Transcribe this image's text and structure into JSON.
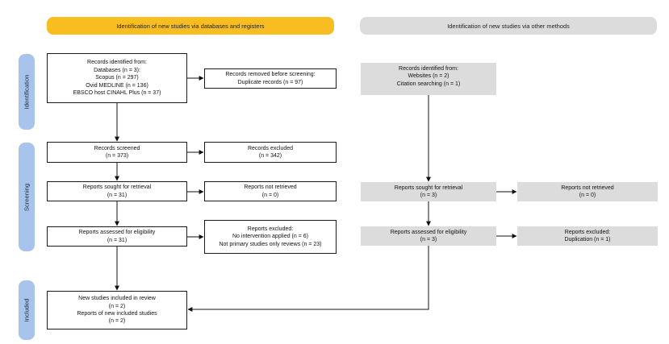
{
  "headers": {
    "databases": "Identification of new studies via databases and registers",
    "other": "Identification of new studies via other methods"
  },
  "phases": {
    "identification": "Identification",
    "screening": "Screening",
    "included": "Included"
  },
  "db": {
    "identified": [
      "Records identified from:",
      "Databases (n = 3):",
      "Scopus (n = 297)",
      "Ovid MEDLINE (n = 136)",
      "EBSCO host CINAHL Plus (n = 37)"
    ],
    "removed": [
      "Records removed before screening:",
      "Duplicate records (n = 97)"
    ],
    "screened": [
      "Records screened",
      "(n = 373)"
    ],
    "excluded": [
      "Records excluded",
      "(n = 342)"
    ],
    "sought": [
      "Reports sought for retrieval",
      "(n = 31)"
    ],
    "not_retrieved": [
      "Reports not retrieved",
      "(n = 0)"
    ],
    "assessed": [
      "Reports assessed for eligibility",
      "(n = 31)"
    ],
    "reports_excluded": [
      "Reports excluded:",
      "No intervention applied (n = 6)",
      "Not primary studies only reviews (n = 23)"
    ],
    "included": [
      "New studies included in review",
      "(n = 2)",
      "Reports of new included studies",
      "(n = 2)"
    ]
  },
  "other": {
    "identified": [
      "Records identified from:",
      "Websites (n = 2)",
      "Citation searching (n = 1)"
    ],
    "sought": [
      "Reports sought for retrieval",
      "(n = 3)"
    ],
    "not_retrieved": [
      "Reports not retrieved",
      "(n = 0)"
    ],
    "assessed": [
      "Reports assessed for eligibility",
      "(n = 3)"
    ],
    "excluded": [
      "Reports excluded:",
      "Duplication (n = 1)"
    ]
  },
  "colors": {
    "header_databases": "#f8bd21",
    "header_other": "#dcdcdc",
    "phase_label": "#a8c4ec",
    "other_box": "#dcdcdc"
  }
}
